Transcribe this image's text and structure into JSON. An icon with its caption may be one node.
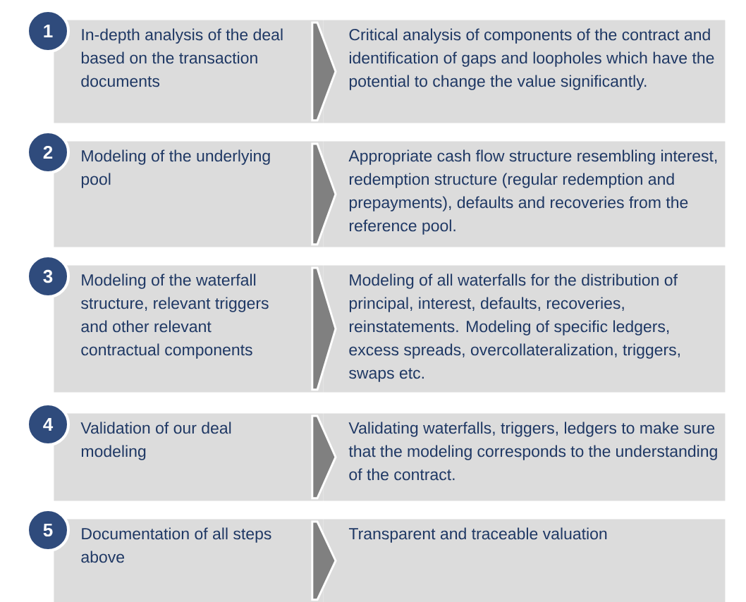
{
  "diagram": {
    "nodes": [
      {
        "text": [
          "1"
        ]
      },
      {
        "text": [
          "In-depth analysis of the deal based on the transaction documents"
        ]
      },
      {
        "text": [
          "Critical analysis of components of the contract and identification of gaps and loopholes which have the potential to change the value significantly."
        ]
      },
      {
        "text": [
          "2"
        ]
      },
      {
        "text": [
          "Modeling of the underlying pool"
        ]
      },
      {
        "text": [
          "Appropriate cash flow structure resembling interest, redemption structure (regular redemption and prepayments), defaults and recoveries from the reference pool."
        ]
      },
      {
        "text": [
          "3"
        ]
      },
      {
        "text": [
          "Modeling of the waterfall structure, relevant triggers and other relevant contractual components"
        ]
      },
      {
        "text": [
          "Modeling of all waterfalls for the distribution of principal, interest, defaults, recoveries, reinstatements. Modeling of specific ledgers, excess spreads, overcollateralization, triggers, swaps etc."
        ]
      },
      {
        "text": [
          "4"
        ]
      },
      {
        "text": [
          "Validation of our deal modeling"
        ]
      },
      {
        "text": [
          "Validating waterfalls, triggers, ledgers to make sure that the modeling corresponds to the understanding of the contract."
        ]
      },
      {
        "text": [
          "5"
        ]
      },
      {
        "text": [
          "Documentation of all steps above"
        ]
      },
      {
        "text": [
          "Transparent and traceable valuation"
        ]
      }
    ],
    "edges": [
      {
        "from": 1,
        "to": 2,
        "arrow": "to"
      },
      {
        "from": 4,
        "to": 5,
        "arrow": "to"
      },
      {
        "from": 7,
        "to": 8,
        "arrow": "to"
      },
      {
        "from": 10,
        "to": 11,
        "arrow": "to"
      },
      {
        "from": 13,
        "to": 14,
        "arrow": "to"
      }
    ]
  }
}
